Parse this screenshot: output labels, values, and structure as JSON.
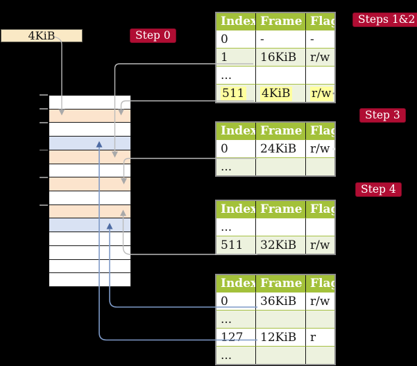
{
  "colors": {
    "background": "#000000",
    "accent_crimson": "#b00d33",
    "table_header_green": "#a3c13a",
    "table_row_green": "#edf2de",
    "memory_row_peach": "#fce4cd",
    "memory_row_blue": "#d9e2f3",
    "highlight_yellow": "#ffff9e",
    "connector_gray": "#bbbbbb",
    "connector_blue": "#7e9ac8"
  },
  "cr3_box": {
    "label": "4KiB"
  },
  "step_labels": {
    "step0": "Step 0",
    "steps12": "Steps 1&2",
    "step3": "Step 3",
    "step4": "Step 4"
  },
  "memory": {
    "row_colors": [
      "white",
      "peach",
      "white",
      "blue",
      "peach",
      "white",
      "peach",
      "white",
      "peach",
      "blue",
      "white",
      "white",
      "white",
      "white"
    ]
  },
  "tables": [
    {
      "columns": [
        "Index",
        "Frame",
        "Flags"
      ],
      "rows": [
        {
          "cells": [
            "0",
            "-",
            "-"
          ],
          "shade": "white",
          "highlight": false
        },
        {
          "cells": [
            "1",
            "16KiB",
            "r/w"
          ],
          "shade": "green",
          "highlight": false
        },
        {
          "cells": [
            "...",
            "",
            ""
          ],
          "shade": "white",
          "highlight": false
        },
        {
          "cells": [
            "511",
            "4KiB",
            "r/w"
          ],
          "shade": "green",
          "highlight": true
        }
      ]
    },
    {
      "columns": [
        "Index",
        "Frame",
        "Flags"
      ],
      "rows": [
        {
          "cells": [
            "0",
            "24KiB",
            "r/w"
          ],
          "shade": "white",
          "highlight": false
        },
        {
          "cells": [
            "...",
            "",
            ""
          ],
          "shade": "green",
          "highlight": false
        }
      ]
    },
    {
      "columns": [
        "Index",
        "Frame",
        "Flags"
      ],
      "rows": [
        {
          "cells": [
            "...",
            "",
            ""
          ],
          "shade": "white",
          "highlight": false
        },
        {
          "cells": [
            "511",
            "32KiB",
            "r/w"
          ],
          "shade": "green",
          "highlight": false
        }
      ]
    },
    {
      "columns": [
        "Index",
        "Frame",
        "Flags"
      ],
      "rows": [
        {
          "cells": [
            "0",
            "36KiB",
            "r/w"
          ],
          "shade": "white",
          "highlight": false
        },
        {
          "cells": [
            "...",
            "",
            ""
          ],
          "shade": "green",
          "highlight": false
        },
        {
          "cells": [
            "127",
            "12KiB",
            "r"
          ],
          "shade": "white",
          "highlight": false
        },
        {
          "cells": [
            "...",
            "",
            ""
          ],
          "shade": "green",
          "highlight": false
        }
      ]
    }
  ],
  "connections": [
    {
      "from": "cr3-box 4KiB",
      "to": "memory frame at 4KiB",
      "color": "gray"
    },
    {
      "from": "table-1 entry 1 (16KiB)",
      "to": "memory frame at 16KiB",
      "color": "gray"
    },
    {
      "from": "table-1 entry 511 (4KiB)",
      "to": "memory frame at 4KiB",
      "color": "gray"
    },
    {
      "from": "table-2 entry 0 (24KiB)",
      "to": "memory frame at 24KiB",
      "color": "gray"
    },
    {
      "from": "table-3 entry 511 (32KiB)",
      "to": "memory frame at 32KiB",
      "color": "gray"
    },
    {
      "from": "table-4 entry 0 (36KiB)",
      "to": "memory frame at 36KiB",
      "color": "blue"
    },
    {
      "from": "table-4 entry 127 (12KiB)",
      "to": "memory frame at 12KiB",
      "color": "blue"
    }
  ]
}
